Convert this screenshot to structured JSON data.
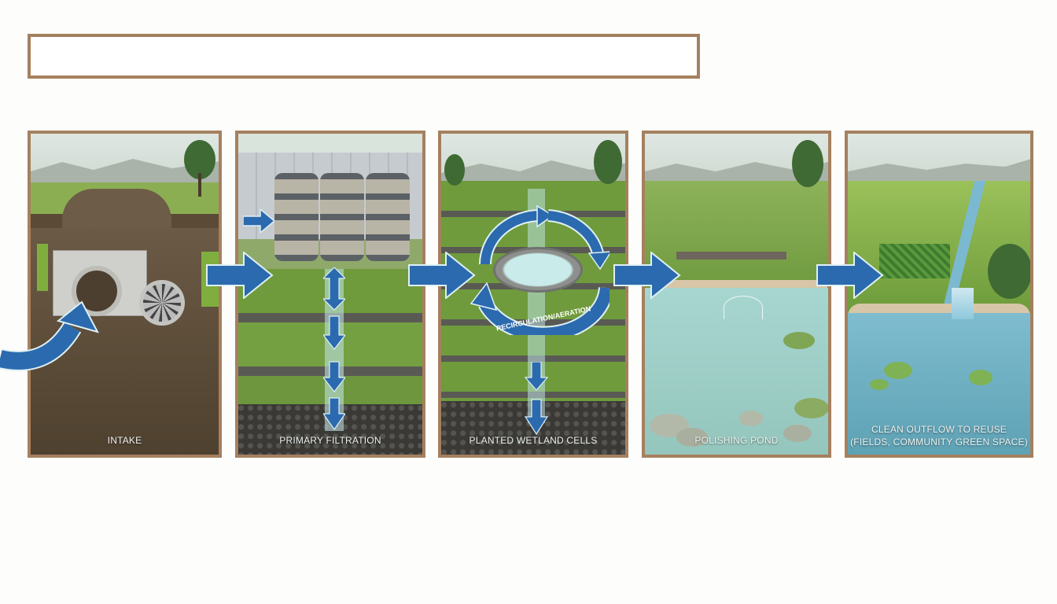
{
  "title_box": {
    "text": ""
  },
  "colors": {
    "panel_border": "#a5805f",
    "arrow_fill": "#2b6aae",
    "arrow_outline": "#dff0f4",
    "label_text": "#eef2f0"
  },
  "stages": [
    {
      "id": "intake",
      "label": "INTAKE"
    },
    {
      "id": "primary-filtration",
      "label": "PRIMARY FILTRATION"
    },
    {
      "id": "planted-wetland-cells",
      "label": "PLANTED WETLAND CELLS",
      "annotation": "RECIRCULATION/AERATION"
    },
    {
      "id": "polishing-pond",
      "label": "POLISHING POND"
    },
    {
      "id": "clean-outflow",
      "label_line1": "CLEAN OUTFLOW TO REUSE",
      "label_line2": "(FIELDS, COMMUNITY GREEN SPACE)"
    }
  ],
  "flow_arrows": [
    {
      "from": "source",
      "to": "intake",
      "icon": "curved-arrow-icon"
    },
    {
      "from": "intake",
      "to": "primary-filtration",
      "icon": "right-arrow-icon"
    },
    {
      "from": "primary-filtration",
      "to": "planted-wetland-cells",
      "icon": "right-arrow-icon"
    },
    {
      "from": "planted-wetland-cells",
      "to": "polishing-pond",
      "icon": "right-arrow-icon"
    },
    {
      "from": "polishing-pond",
      "to": "clean-outflow",
      "icon": "right-arrow-icon"
    }
  ]
}
